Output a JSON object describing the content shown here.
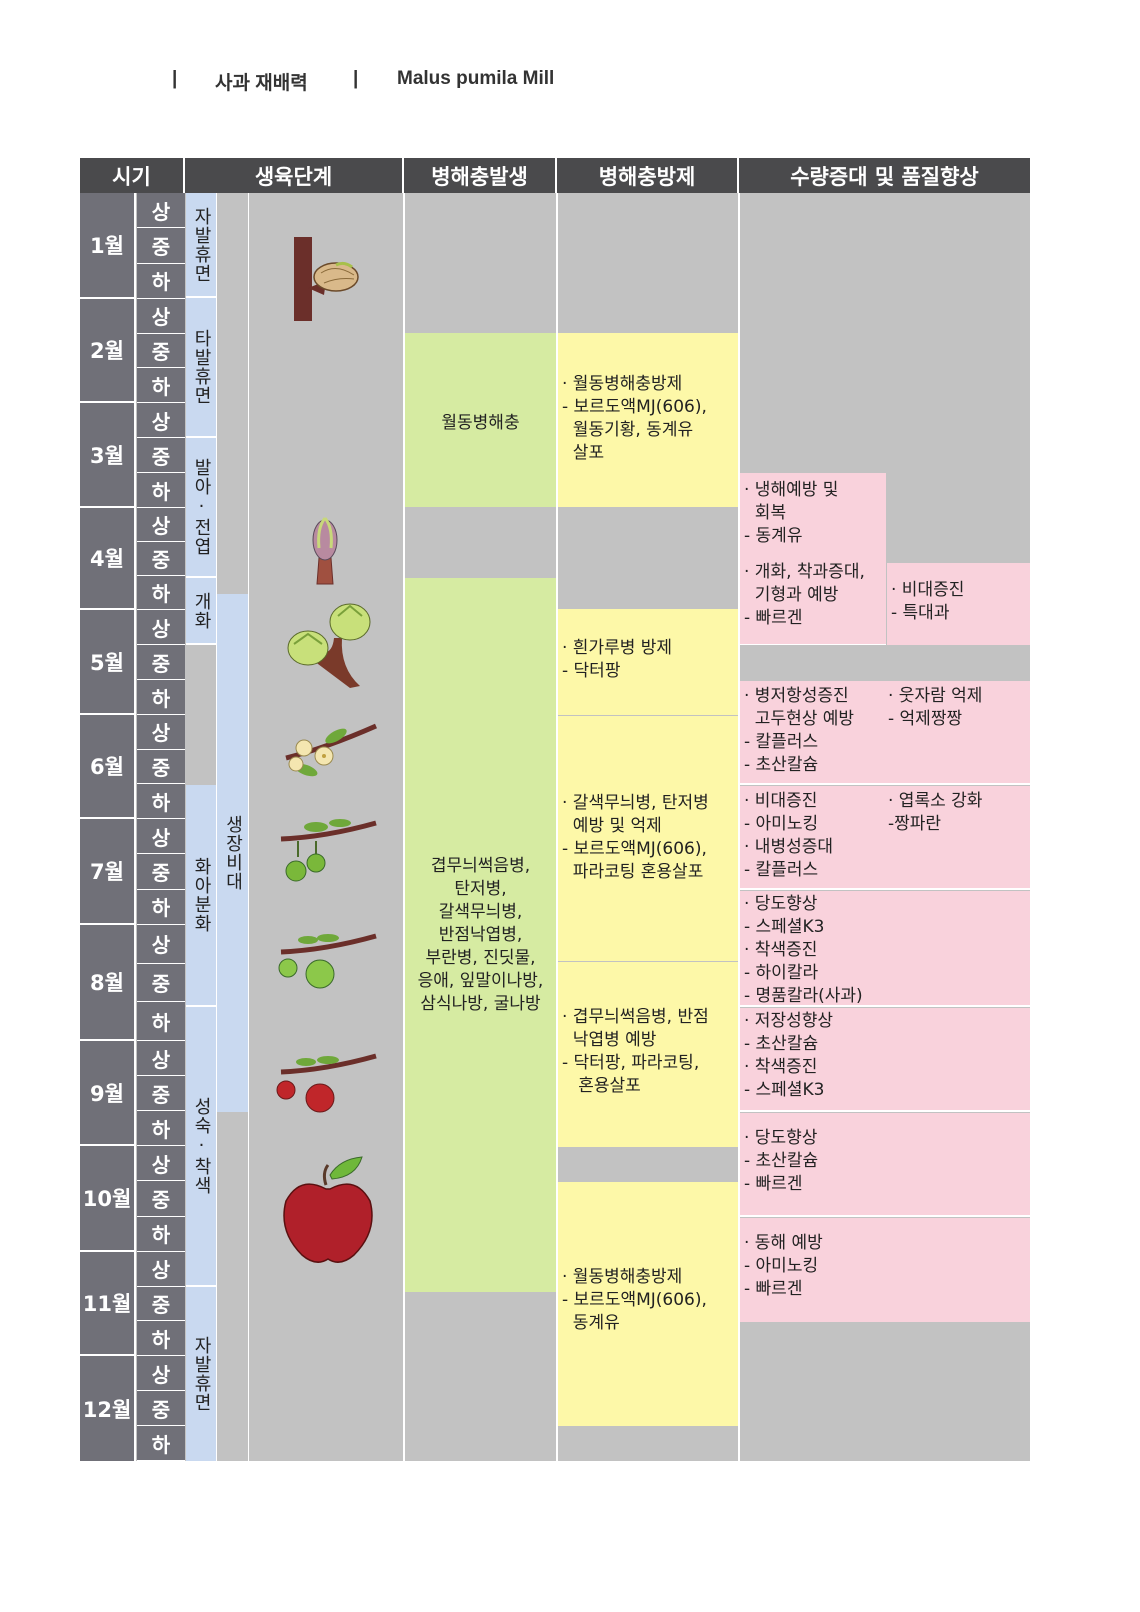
{
  "header": {
    "title_ko": "사과 재배력",
    "title_latin": "Malus pumila Mill",
    "separator": "|"
  },
  "table_headers": {
    "period": "시기",
    "growth_stage": "생육단계",
    "disease_occurrence": "병해충발생",
    "disease_control": "병해충방제",
    "yield_quality": "수량증대 및 품질향상"
  },
  "months": [
    "1월",
    "2월",
    "3월",
    "4월",
    "5월",
    "6월",
    "7월",
    "8월",
    "9월",
    "10월",
    "11월",
    "12월"
  ],
  "dekads": [
    "상",
    "중",
    "하"
  ],
  "stages": {
    "s1": "자발휴면",
    "s2": "타발휴면",
    "s3": "발아·전엽",
    "s4": "개화",
    "s5": "화아분화",
    "s6": "성숙·착색",
    "s7": "자발휴면",
    "s8": "생장비대"
  },
  "occurrence": {
    "o1": "월동병해충",
    "o2": [
      "겹무늬썩음병,",
      "탄저병,",
      "갈색무늬병,",
      "반점낙엽병,",
      "부란병, 진딧물,",
      "응애, 잎말이나방,",
      "삼식나방, 굴나방"
    ]
  },
  "control": {
    "c1": [
      "· 월동병해충방제",
      "- 보르도액MJ(606),",
      "  월동기황, 동계유",
      "  살포"
    ],
    "c2": [
      "· 흰가루병 방제",
      "- 닥터팡"
    ],
    "c3": [
      "· 갈색무늬병, 탄저병",
      "  예방 및 억제",
      "- 보르도액MJ(606),",
      "  파라코팅 혼용살포"
    ],
    "c4": [
      "· 겹무늬썩음병, 반점",
      "  낙엽병 예방",
      "- 닥터팡, 파라코팅,",
      "   혼용살포"
    ],
    "c5": [
      "· 월동병해충방제",
      "- 보르도액MJ(606),",
      "  동계유"
    ]
  },
  "quality": {
    "q1": [
      "· 냉해예방 및",
      "  회복",
      "- 동계유"
    ],
    "q2": [
      "· 개화, 착과증대,",
      "  기형과 예방",
      "- 빠르겐"
    ],
    "q3": [
      "· 비대증진",
      "- 특대과"
    ],
    "q4": [
      "· 병저항성증진",
      "  고두현상 예방",
      "- 칼플러스",
      "- 초산칼슘"
    ],
    "q5": [
      "· 웃자람 억제",
      "- 억제짱짱"
    ],
    "q6": [
      "· 비대증진",
      "- 아미노킹",
      "· 내병성증대",
      "- 칼플러스"
    ],
    "q7": [
      "· 엽록소 강화",
      "-짱파란"
    ],
    "q8": [
      "· 당도향상",
      "- 스페셜K3",
      "· 착색증진",
      "- 하이칼라",
      "- 명품칼라(사과)"
    ],
    "q9": [
      "· 저장성향상",
      "- 초산칼슘",
      "· 착색증진",
      "- 스페셜K3"
    ],
    "q10": [
      "· 당도향상",
      "- 초산칼슘",
      "- 빠르겐"
    ],
    "q11": [
      "· 동해 예방",
      "- 아미노킹",
      "- 빠르겐"
    ]
  },
  "colors": {
    "header_bg": "#4a4a4c",
    "month_bg": "#707078",
    "stage_bg": "#c9d9f0",
    "grey": "#c2c2c2",
    "green": "#d6eba2",
    "yellow": "#fdf8a8",
    "pink": "#f9d2dc"
  },
  "illustrations": [
    "bud-icon",
    "sprouting-bud-icon",
    "leafing-branch-icon",
    "blossom-icon",
    "young-fruit-icon",
    "growing-fruit-icon",
    "ripening-fruit-icon",
    "red-apple-icon"
  ]
}
